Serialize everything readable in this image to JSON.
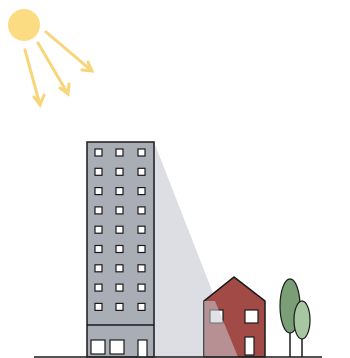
{
  "colors": {
    "background": "#ffffff",
    "sun": "#fbdc83",
    "sun_rays": "#f7d57a",
    "tower": "#a9adb6",
    "tower_outline": "#1a1a1a",
    "tower_window": "#ffffff",
    "shadow": "#d7d8de",
    "house": "#a24a45",
    "house_outline": "#1a1a1a",
    "house_window": "#ffffff",
    "tree_dark": "#7a9e76",
    "tree_light": "#a7c7a3",
    "ground": "#1a1a1a"
  },
  "tower": {
    "window_columns": 3,
    "window_rows": 9
  },
  "sun": {
    "ray_count": 3
  }
}
